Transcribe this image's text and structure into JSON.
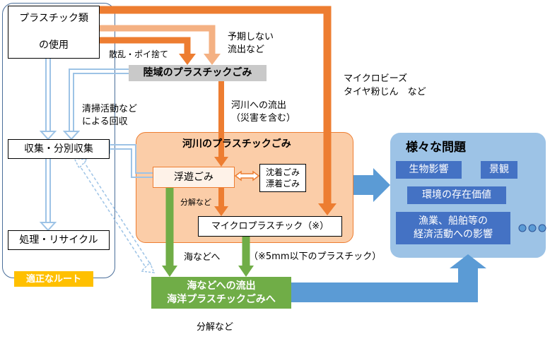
{
  "diagram": {
    "nodes": {
      "plastic_use": "プラスチック類\n\nの使用",
      "collection": "収集・分別収集",
      "disposal": "処理・リサイクル",
      "proper_route": "適正なルート",
      "land_plastic": "陸域のプラスチックごみ",
      "river_plastic": "河川のプラスチックごみ",
      "floating": "浮遊ごみ",
      "sunken": "沈着ごみ\n漂着ごみ",
      "microplastic": "マイクロプラスチック（※）",
      "sea_outflow": "海などへの流出\n海洋プラスチックごみへ",
      "problems_title": "様々な問題",
      "problem_bio": "生物影響",
      "problem_scenery": "景観",
      "problem_value": "環境の存在価値",
      "problem_economy": "漁業、船舶等の\n経済活動への影響"
    },
    "labels": {
      "littering": "散乱・ポイ捨て",
      "unexpected": "予期しない\n流出など",
      "microbeads": "マイクロビーズ\nタイヤ粉じん　など",
      "cleanup": "清掃活動など\nによる回収",
      "river_flow": "河川への流出\n（災害を含む）",
      "decompose1": "分解など",
      "to_sea": "海などへ",
      "size_note": "（※5mm以下のプラスチック）",
      "decompose2": "分解など"
    },
    "colors": {
      "orange": "#ED7D31",
      "light_orange": "#F4B183",
      "river_fill": "#FBCDA8",
      "green": "#70AD47",
      "blue": "#5B9BD5",
      "problem_box": "#4472C4",
      "problems_fill": "#9DC3E6",
      "route_blue": "#4A6E9A",
      "proper_route_fill": "#FFC000"
    }
  }
}
